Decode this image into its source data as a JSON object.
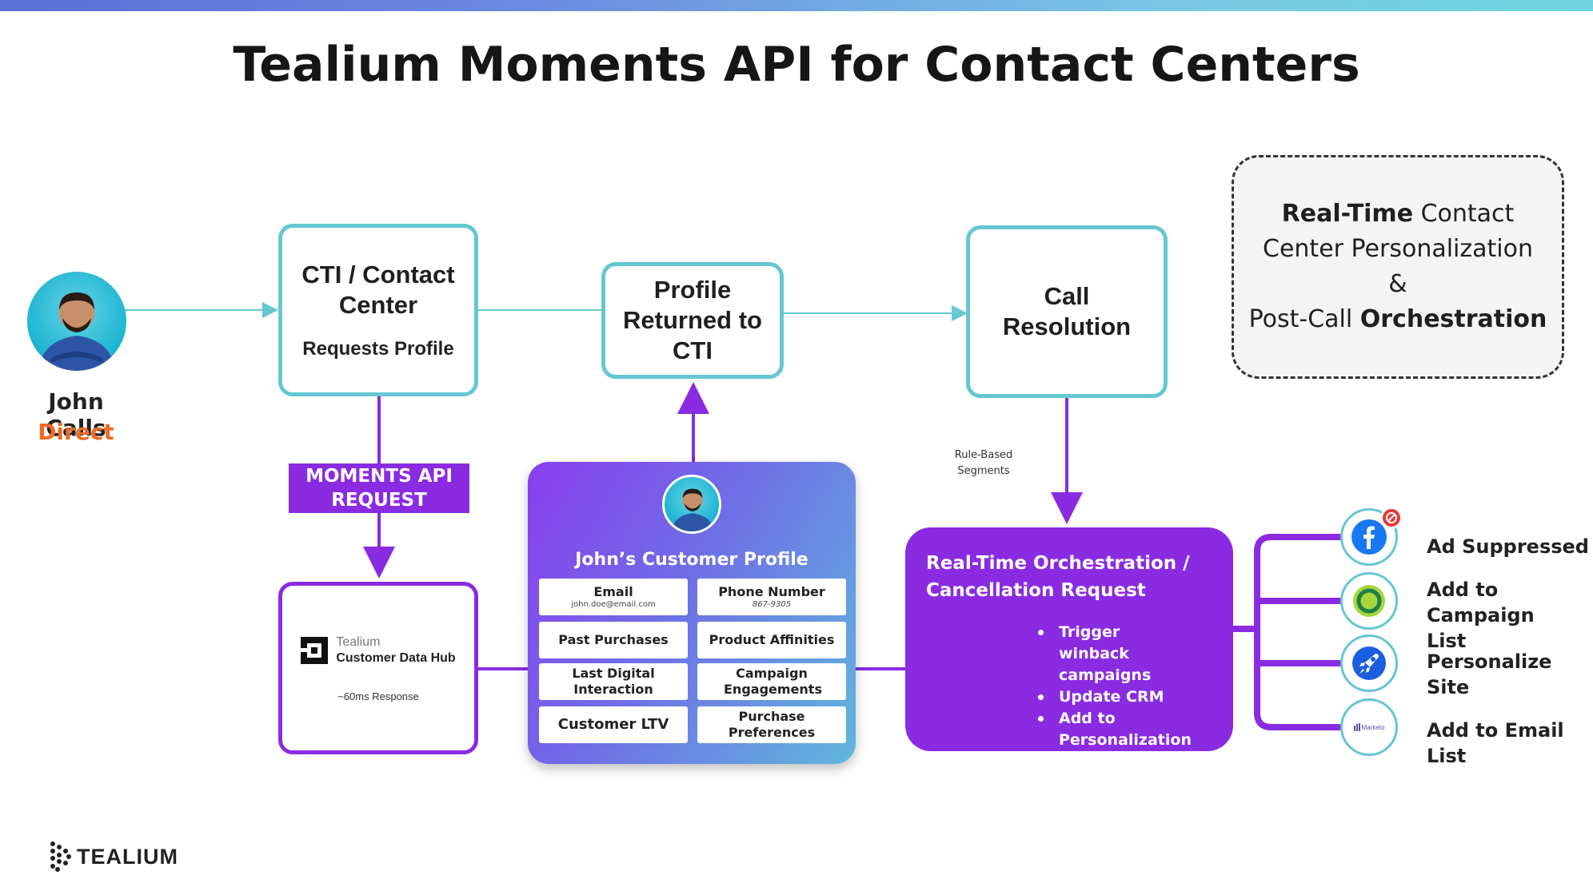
{
  "title": "Tealium Moments API for Contact Centers",
  "john": {
    "name": "John Calls",
    "channel": "Direct"
  },
  "cti_box": {
    "title": "CTI / Contact Center",
    "subtitle": "Requests Profile"
  },
  "profile_returned_box": {
    "title": "Profile Returned to CTI"
  },
  "call_resolution_box": {
    "title": "Call Resolution"
  },
  "moments_label": {
    "line1": "MOMENTS API",
    "line2": "REQUEST"
  },
  "cdh_box": {
    "brand": "Tealium",
    "product": "Customer Data Hub",
    "response": "~60ms Response"
  },
  "profile_card": {
    "title": "John’s Customer Profile",
    "cells": [
      {
        "label": "Email",
        "detail": "john.doe@email.com"
      },
      {
        "label": "Phone Number",
        "detail": "867-9305"
      },
      {
        "label": "Past Purchases"
      },
      {
        "label": "Product Affinities"
      },
      {
        "label": "Last Digital Interaction"
      },
      {
        "label": "Campaign Engagements"
      },
      {
        "label": "Customer LTV"
      },
      {
        "label": "Purchase Preferences"
      }
    ]
  },
  "rule_segments": "Rule-Based Segments",
  "orchestration": {
    "title": "Real-Time Orchestration / Cancellation Request",
    "items": [
      "Trigger winback campaigns",
      "Update CRM",
      "Add to Personalization Group"
    ]
  },
  "callout": {
    "line1_bold": "Real-Time",
    "line1_rest": " Contact",
    "line2": "Center Personalization",
    "line3": "&",
    "line4_rest": "Post-Call ",
    "line4_bold": "Orchestration"
  },
  "outputs": [
    {
      "label": "Ad Suppressed",
      "icon": "facebook-icon"
    },
    {
      "label": "Add to Campaign List",
      "icon": "campaign-icon"
    },
    {
      "label": "Personalize Site",
      "icon": "rocket-icon"
    },
    {
      "label": "Add to Email List",
      "icon": "marketo-icon",
      "logo_text": "Marketo"
    }
  ],
  "footer_logo": "TEALIUM",
  "colors": {
    "teal": "#64c7d1",
    "purple": "#8a2be2",
    "orange": "#ef6a24"
  }
}
